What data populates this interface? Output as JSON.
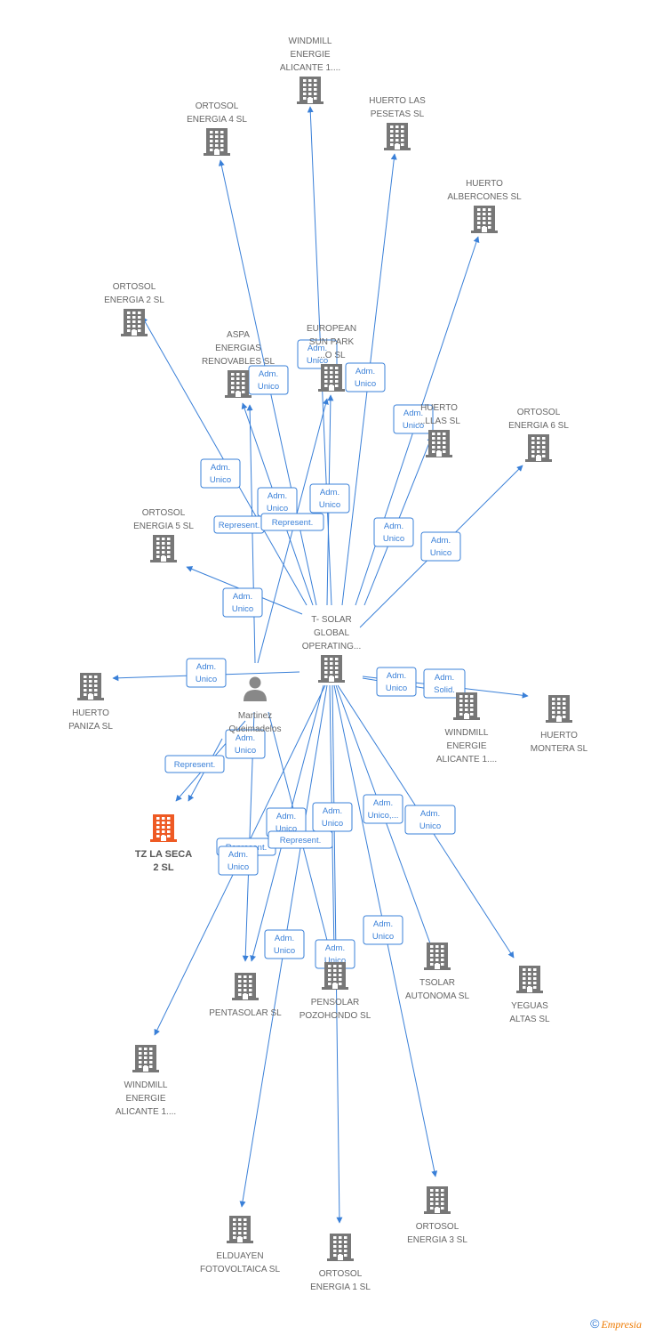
{
  "colors": {
    "edge": "#3a80d8",
    "company": "#777777",
    "highlight": "#ee5a24",
    "person": "#888888"
  },
  "nodes": [
    {
      "id": "windmill_top",
      "type": "company",
      "label": [
        "WINDMILL",
        "ENERGIE",
        "ALICANTE 1...."
      ]
    },
    {
      "id": "ortosol4",
      "type": "company",
      "label": [
        "ORTOSOL",
        "ENERGIA 4 SL"
      ]
    },
    {
      "id": "huerto_pesetas",
      "type": "company",
      "label": [
        "HUERTO LAS",
        "PESETAS SL"
      ]
    },
    {
      "id": "huerto_albercones",
      "type": "company",
      "label": [
        "HUERTO",
        "ALBERCONES SL"
      ]
    },
    {
      "id": "ortosol2",
      "type": "company",
      "label": [
        "ORTOSOL",
        "ENERGIA 2 SL"
      ]
    },
    {
      "id": "european",
      "type": "company",
      "label": [
        "EUROPEAN",
        "SUN PARK",
        "...O SL"
      ]
    },
    {
      "id": "aspa",
      "type": "company",
      "label": [
        "ASPA",
        "ENERGIAS",
        "RENOVABLES SL"
      ]
    },
    {
      "id": "huerto_llas",
      "type": "company",
      "label": [
        "HUERTO",
        "...LLAS SL"
      ]
    },
    {
      "id": "ortosol6",
      "type": "company",
      "label": [
        "ORTOSOL",
        "ENERGIA 6 SL"
      ]
    },
    {
      "id": "ortosol5",
      "type": "company",
      "label": [
        "ORTOSOL",
        "ENERGIA 5 SL"
      ]
    },
    {
      "id": "tsolar_global",
      "type": "company",
      "label": [
        "T- SOLAR",
        "GLOBAL",
        "OPERATING..."
      ]
    },
    {
      "id": "huerto_paniza",
      "type": "company",
      "label": [
        "HUERTO",
        "PANIZA SL"
      ]
    },
    {
      "id": "martinez",
      "type": "person",
      "label": [
        "Martinez",
        "Queimadelos"
      ]
    },
    {
      "id": "windmill_right",
      "type": "company",
      "label": [
        "WINDMILL",
        "ENERGIE",
        "ALICANTE 1...."
      ]
    },
    {
      "id": "huerto_montera",
      "type": "company",
      "label": [
        "HUERTO",
        "MONTERA SL"
      ]
    },
    {
      "id": "tz_la_seca",
      "type": "highlight",
      "label": [
        "TZ LA SECA",
        "2 SL"
      ]
    },
    {
      "id": "pentasolar",
      "type": "company",
      "label": [
        "PENTASOLAR SL"
      ]
    },
    {
      "id": "pensolar",
      "type": "company",
      "label": [
        "PENSOLAR",
        "POZOHONDO SL"
      ]
    },
    {
      "id": "tsolar_autonoma",
      "type": "company",
      "label": [
        "TSOLAR",
        "AUTONOMA  SL"
      ]
    },
    {
      "id": "yeguas",
      "type": "company",
      "label": [
        "YEGUAS",
        "ALTAS SL"
      ]
    },
    {
      "id": "windmill_bottom",
      "type": "company",
      "label": [
        "WINDMILL",
        "ENERGIE",
        "ALICANTE 1...."
      ]
    },
    {
      "id": "elduayen",
      "type": "company",
      "label": [
        "ELDUAYEN",
        "FOTOVOLTAICA SL"
      ]
    },
    {
      "id": "ortosol1",
      "type": "company",
      "label": [
        "ORTOSOL",
        "ENERGIA 1 SL"
      ]
    },
    {
      "id": "ortosol3",
      "type": "company",
      "label": [
        "ORTOSOL",
        "ENERGIA 3 SL"
      ]
    }
  ],
  "badges": [
    {
      "id": "b1",
      "text": [
        "Adm.",
        "Unico"
      ]
    },
    {
      "id": "b2",
      "text": [
        "Adm.",
        "Unico"
      ]
    },
    {
      "id": "b3",
      "text": [
        "Adm.",
        "Unico"
      ]
    },
    {
      "id": "b4",
      "text": [
        "Adm.",
        "Unico"
      ]
    },
    {
      "id": "b5",
      "text": [
        "Adm.",
        "Unico"
      ]
    },
    {
      "id": "b6",
      "text": [
        "Adm.",
        "Unico"
      ]
    },
    {
      "id": "b7",
      "text": [
        "Represent."
      ]
    },
    {
      "id": "b8",
      "text": [
        "Adm.",
        "Unico"
      ]
    },
    {
      "id": "b9",
      "text": [
        "Represent."
      ]
    },
    {
      "id": "b10",
      "text": [
        "Adm.",
        "Unico"
      ]
    },
    {
      "id": "b11",
      "text": [
        "Adm.",
        "Unico"
      ]
    },
    {
      "id": "b12",
      "text": [
        "Adm.",
        "Unico"
      ]
    },
    {
      "id": "b13",
      "text": [
        "Adm.",
        "Unico"
      ]
    },
    {
      "id": "b14",
      "text": [
        "Adm.",
        "Unico"
      ]
    },
    {
      "id": "b15",
      "text": [
        "Adm.",
        "Solid."
      ]
    },
    {
      "id": "b16",
      "text": [
        "Adm.",
        "Unico"
      ]
    },
    {
      "id": "b17",
      "text": [
        "Represent."
      ]
    },
    {
      "id": "b18",
      "text": [
        "Adm.",
        "Unico"
      ]
    },
    {
      "id": "b19",
      "text": [
        "Adm.",
        "Unico"
      ]
    },
    {
      "id": "b20",
      "text": [
        "Adm.",
        "Unico,..."
      ]
    },
    {
      "id": "b21",
      "text": [
        "Represent."
      ]
    },
    {
      "id": "b22",
      "text": [
        "Adm.",
        "Unico"
      ]
    },
    {
      "id": "b23",
      "text": [
        "Represent."
      ]
    },
    {
      "id": "b24",
      "text": [
        "Adm.",
        "Unico"
      ]
    },
    {
      "id": "b25",
      "text": [
        "Adm.",
        "Unico"
      ]
    },
    {
      "id": "b26",
      "text": [
        "Adm.",
        "Unico"
      ]
    },
    {
      "id": "b27",
      "text": [
        "Adm.",
        "Unico"
      ]
    }
  ],
  "footer": {
    "copyright": "©",
    "brand": "Empresia"
  }
}
